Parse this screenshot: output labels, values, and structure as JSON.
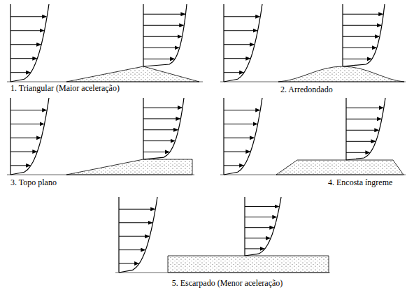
{
  "diagram": {
    "labels": [
      "1. Triangular (Maior aceleração)",
      "2. Arredondado",
      "3. Topo plano",
      "4. Encosta íngreme",
      "5. Escarpado (Menor aceleração)"
    ]
  }
}
